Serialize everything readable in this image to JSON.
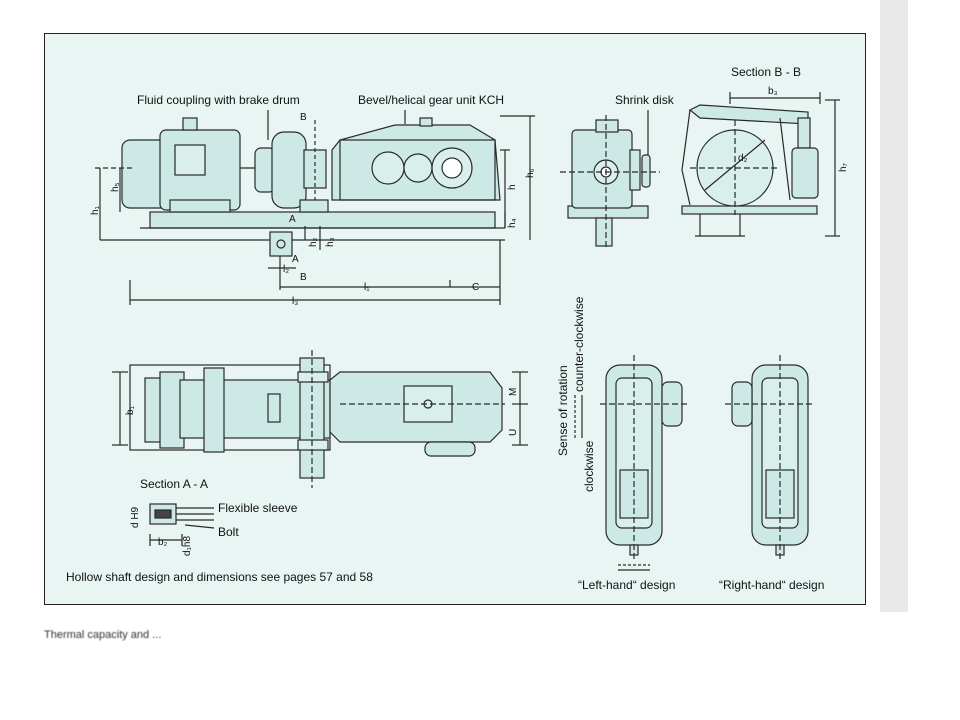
{
  "labels": {
    "fluid_coupling": "Fluid coupling with brake drum",
    "gear_unit": "Bevel/helical gear unit KCH",
    "section_bb": "Section B - B",
    "shrink_disk": "Shrink disk",
    "section_aa": "Section A - A",
    "flexible_sleeve": "Flexible sleeve",
    "bolt": "Bolt",
    "note": "Hollow shaft design and dimensions see pages 57 and 58",
    "left_hand": "“Left-hand“ design",
    "right_hand": "“Right-hand“ design",
    "sense_of_rotation": "Sense of rotation",
    "counter_clockwise": "counter-clockwise",
    "clockwise": "clockwise"
  },
  "dimensions": {
    "B_top": "B",
    "A_top": "A",
    "A_bottom": "A",
    "B_bottom": "B",
    "h1": "h₁",
    "h5": "h₅",
    "h2": "h₂",
    "h3": "h₃",
    "h": "h",
    "h6": "h₆",
    "h4": "h₄",
    "l1": "l₁",
    "l2": "l₂",
    "l3": "l₃",
    "C": "C",
    "b3": "b₃",
    "d2": "d₂",
    "h7": "h₇",
    "b1": "b₁",
    "M": "M",
    "U": "U",
    "dH9": "d H9",
    "d1h8": "d₁h8",
    "b2": "b₂"
  },
  "footer": {
    "cut_text": "Thermal capacity and ..."
  }
}
